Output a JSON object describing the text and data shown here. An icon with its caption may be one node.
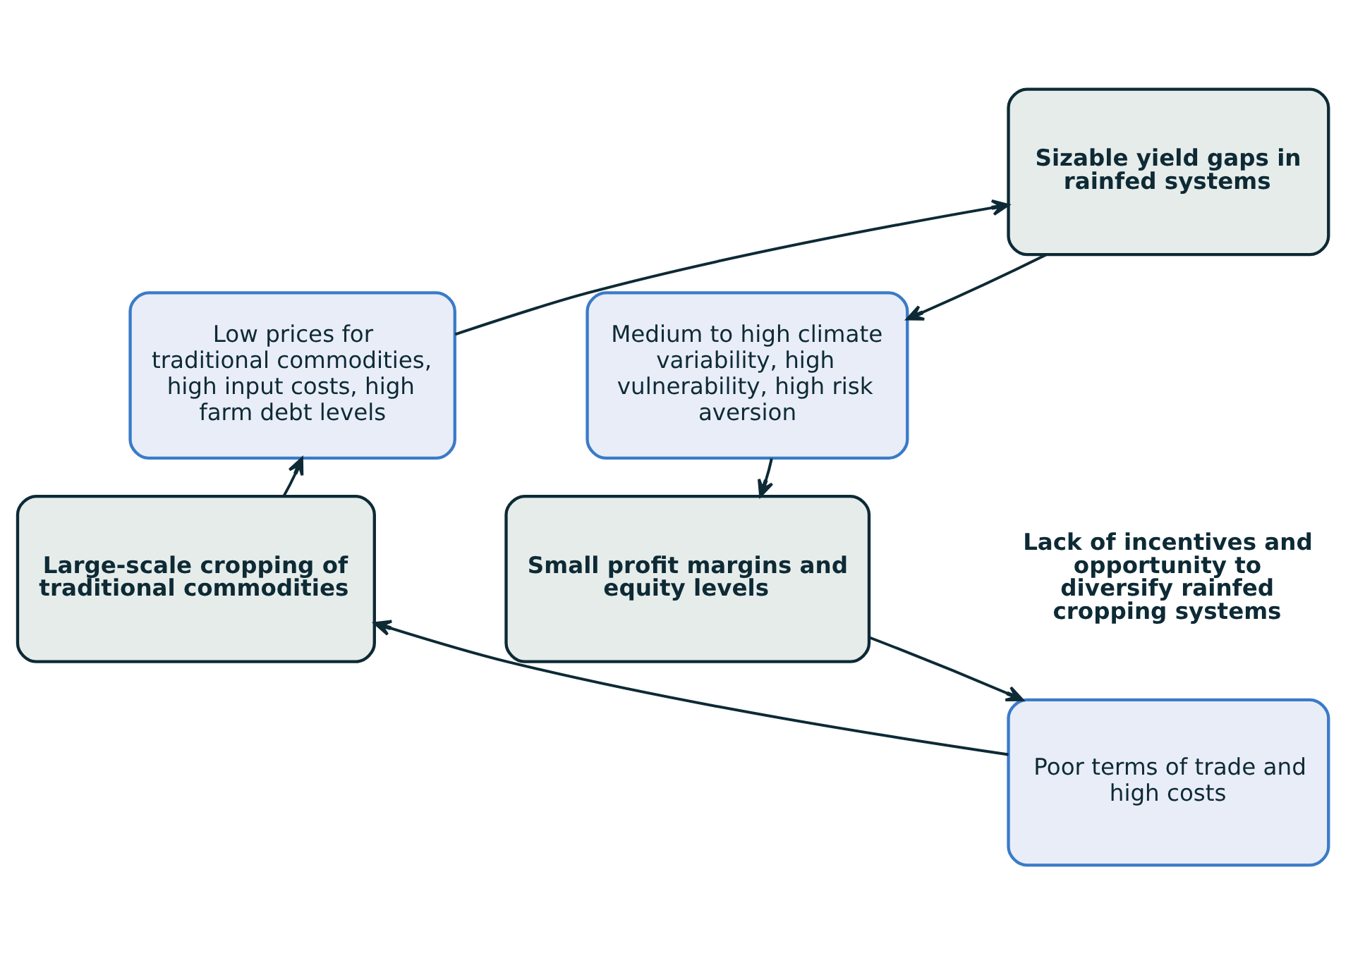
{
  "diagram": {
    "nodes": [
      {
        "text": [
          "Sizable yield gaps in rainfed systems"
        ]
      },
      {
        "text": [
          "Medium to high climate variability, high vulnerability, high risk aversion"
        ]
      },
      {
        "text": [
          "Small profit margins and equity levels"
        ]
      },
      {
        "text": [
          "Poor terms of trade and high costs"
        ]
      },
      {
        "text": [
          "Large-scale cropping of traditional commodities"
        ]
      },
      {
        "text": [
          "Low prices for traditional commodities, high input costs, high farm debt levels"
        ]
      }
    ],
    "edges": [
      {
        "from": 0,
        "to": 1,
        "arrow": "to"
      },
      {
        "from": 1,
        "to": 2,
        "arrow": "to"
      },
      {
        "from": 2,
        "to": 3,
        "arrow": "to"
      },
      {
        "from": 3,
        "to": 4,
        "arrow": "to"
      },
      {
        "from": 4,
        "to": 5,
        "arrow": "to"
      },
      {
        "from": 5,
        "to": 0,
        "arrow": "to"
      }
    ],
    "labels": [
      "Lack of incentives and opportunity to diversify rainfed cropping systems"
    ]
  }
}
